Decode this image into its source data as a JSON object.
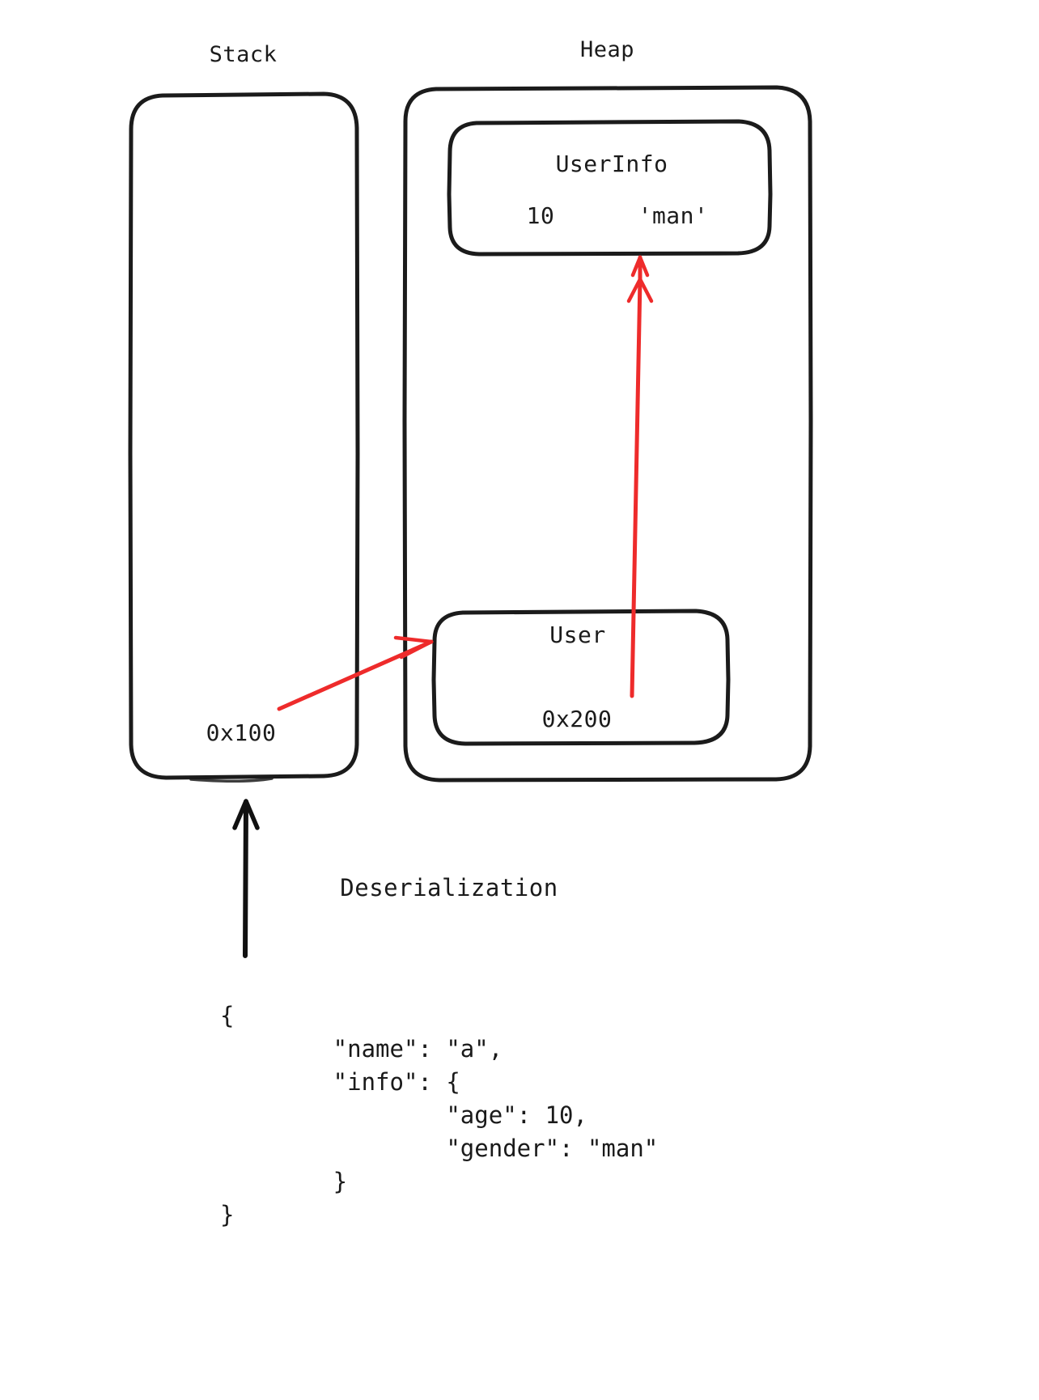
{
  "diagram": {
    "title_stack": "Stack",
    "title_heap": "Heap",
    "caption": "Deserialization",
    "stack": {
      "label": "Stack",
      "pointer_value": "0x100"
    },
    "heap": {
      "label": "Heap",
      "objects": [
        {
          "name": "UserInfo",
          "fields": [
            "10",
            "'man'"
          ]
        },
        {
          "name": "User",
          "fields": [
            "0x200"
          ]
        }
      ]
    },
    "arrows": [
      {
        "name": "stack-to-user",
        "color": "#ee2b2b",
        "from": "0x100",
        "to": "User"
      },
      {
        "name": "user-to-userinfo",
        "color": "#ee2b2b",
        "from": "0x200",
        "to": "UserInfo"
      },
      {
        "name": "json-to-stack",
        "color": "#111111",
        "from": "json",
        "to": "Stack"
      }
    ],
    "colors": {
      "stroke": "#1b1b1b",
      "accent_red": "#ee2b2b",
      "background": "#ffffff"
    }
  },
  "code": {
    "language": "json",
    "lines": [
      "{",
      "        \"name\": \"a\",",
      "        \"info\": {",
      "                \"age\": 10,",
      "                \"gender\": \"man\"",
      "        }",
      "}"
    ]
  }
}
